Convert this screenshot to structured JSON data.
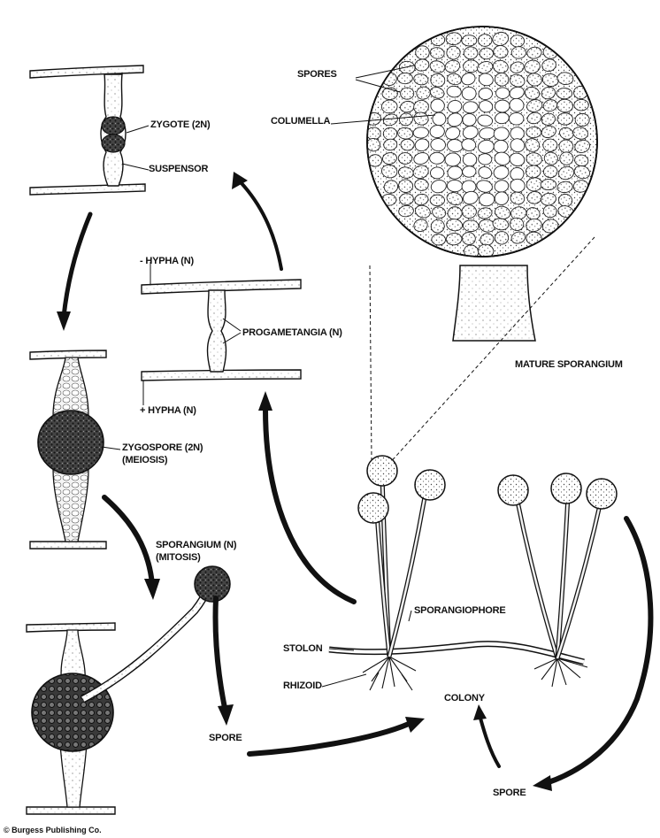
{
  "labels": {
    "spores": "SPORES",
    "columella": "COLUMELLA",
    "mature_sporangium": "MATURE SPORANGIUM",
    "zygote": "ZYGOTE (2N)",
    "suspensor": "SUSPENSOR",
    "minus_hypha": "- HYPHA (N)",
    "plus_hypha": "+ HYPHA (N)",
    "progametangia": "PROGAMETANGIA (N)",
    "zygospore": "ZYGOSPORE (2N)",
    "meiosis": "(MEIOSIS)",
    "sporangium_n": "SPORANGIUM (N)",
    "mitosis": "(MITOSIS)",
    "sporangiophore": "SPORANGIOPHORE",
    "stolon": "STOLON",
    "rhizoid": "RHIZOID",
    "colony": "COLONY",
    "spore_left": "SPORE",
    "spore_right": "SPORE"
  },
  "credit": "© Burgess Publishing Co.",
  "colors": {
    "ink": "#111111",
    "background": "#ffffff",
    "cell_fill": "#eeeeee",
    "dark_fill": "#333333"
  }
}
